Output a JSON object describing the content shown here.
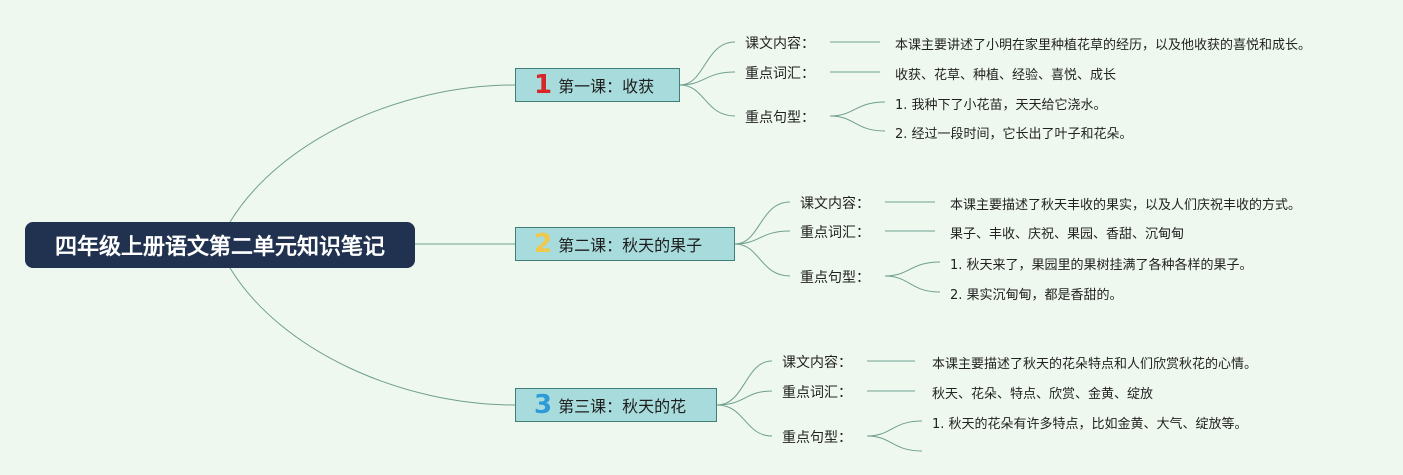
{
  "root": {
    "title": "四年级上册语文第二单元知识笔记"
  },
  "colors": {
    "root_bg": "#20324f",
    "lesson_bg": "#a8dcdc",
    "line": "#6f9f90",
    "num1": "#d6262a",
    "num2": "#f0c84a",
    "num3": "#2e9bd6"
  },
  "lessons": [
    {
      "num": "1",
      "title": "第一课：收获",
      "content_label": "课文内容：",
      "content": "本课主要讲述了小明在家里种植花草的经历，以及他收获的喜悦和成长。",
      "vocab_label": "重点词汇：",
      "vocab": "收获、花草、种植、经验、喜悦、成长",
      "sent_label": "重点句型：",
      "sentences": [
        "1. 我种下了小花苗，天天给它浇水。",
        "2. 经过一段时间，它长出了叶子和花朵。"
      ]
    },
    {
      "num": "2",
      "title": "第二课：秋天的果子",
      "content_label": "课文内容：",
      "content": "本课主要描述了秋天丰收的果实，以及人们庆祝丰收的方式。",
      "vocab_label": "重点词汇：",
      "vocab": "果子、丰收、庆祝、果园、香甜、沉甸甸",
      "sent_label": "重点句型：",
      "sentences": [
        "1. 秋天来了，果园里的果树挂满了各种各样的果子。",
        "2. 果实沉甸甸，都是香甜的。"
      ]
    },
    {
      "num": "3",
      "title": "第三课：秋天的花",
      "content_label": "课文内容：",
      "content": "本课主要描述了秋天的花朵特点和人们欣赏秋花的心情。",
      "vocab_label": "重点词汇：",
      "vocab": "秋天、花朵、特点、欣赏、金黄、绽放",
      "sent_label": "重点句型：",
      "sentences": [
        "1. 秋天的花朵有许多特点，比如金黄、大气、绽放等。",
        ""
      ]
    }
  ]
}
